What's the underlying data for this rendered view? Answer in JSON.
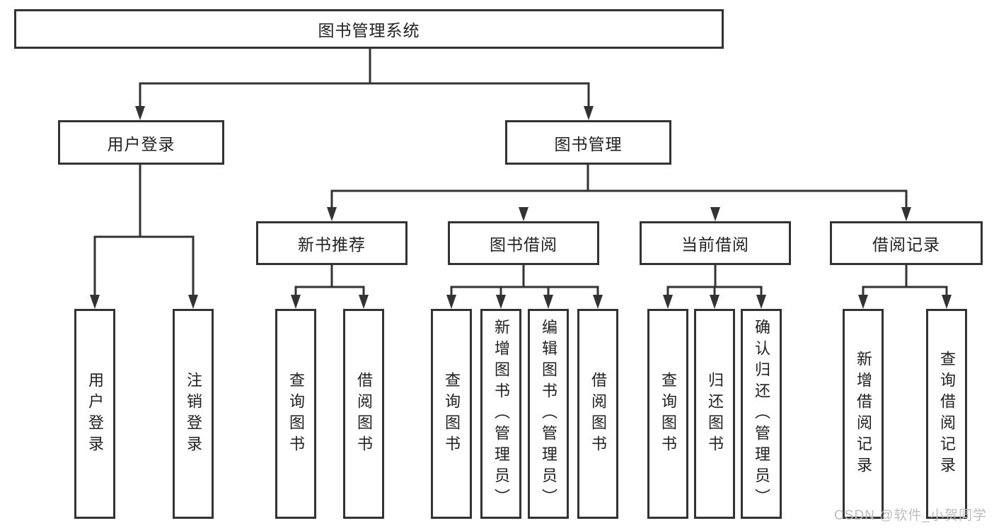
{
  "diagram": {
    "type": "tree",
    "title": "图书管理系统",
    "colors": {
      "line": "#333333",
      "text": "#222222",
      "background": "#ffffff",
      "watermark": "#bdbdbd"
    },
    "root": {
      "label": "图书管理系统"
    },
    "level2": [
      {
        "label": "用户登录",
        "parent": "图书管理系统"
      },
      {
        "label": "图书管理",
        "parent": "图书管理系统"
      }
    ],
    "level3": [
      {
        "label": "新书推荐",
        "parent": "图书管理"
      },
      {
        "label": "图书借阅",
        "parent": "图书管理"
      },
      {
        "label": "当前借阅",
        "parent": "图书管理"
      },
      {
        "label": "借阅记录",
        "parent": "图书管理"
      }
    ],
    "leaves": [
      {
        "label": "用户登录",
        "parent": "用户登录"
      },
      {
        "label": "注销登录",
        "parent": "用户登录"
      },
      {
        "label": "查询图书",
        "parent": "新书推荐"
      },
      {
        "label": "借阅图书",
        "parent": "新书推荐"
      },
      {
        "label": "查询图书",
        "parent": "图书借阅"
      },
      {
        "label": "新增图书（管理员）",
        "parent": "图书借阅"
      },
      {
        "label": "编辑图书（管理员）",
        "parent": "图书借阅"
      },
      {
        "label": "借阅图书",
        "parent": "图书借阅"
      },
      {
        "label": "查询图书",
        "parent": "当前借阅"
      },
      {
        "label": "归还图书",
        "parent": "当前借阅"
      },
      {
        "label": "确认归还（管理员）",
        "parent": "当前借阅"
      },
      {
        "label": "新增借阅记录",
        "parent": "借阅记录"
      },
      {
        "label": "查询借阅记录",
        "parent": "借阅记录"
      }
    ]
  },
  "watermark": {
    "text": "CSDN @软件_小贺同学"
  }
}
